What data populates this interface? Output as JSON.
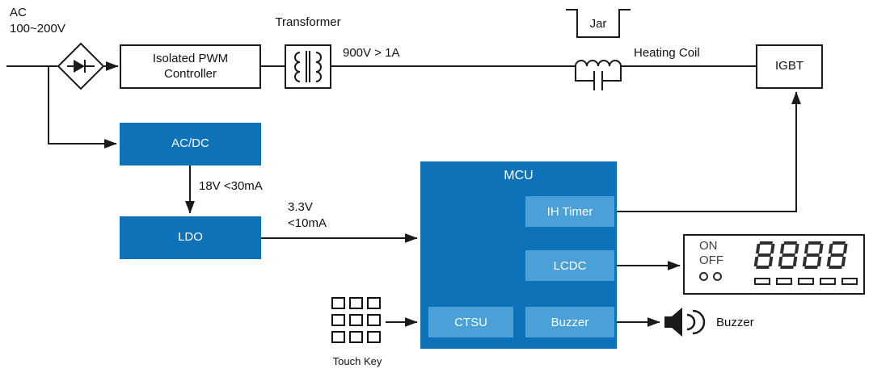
{
  "colors": {
    "primary_blue": "#0e72b8",
    "sub_blue": "#4ba0d7",
    "line": "#1a1a1a"
  },
  "labels": {
    "ac_line1": "AC",
    "ac_line2": "100~200V",
    "pwm_line1": "Isolated PWM",
    "pwm_line2": "Controller",
    "transformer": "Transformer",
    "power_rating": "900V > 1A",
    "jar": "Jar",
    "heating_coil": "Heating Coil",
    "igbt": "IGBT",
    "acdc": "AC/DC",
    "acdc_to_ldo": "18V <30mA",
    "ldo": "LDO",
    "ldo_to_mcu_line1": "3.3V",
    "ldo_to_mcu_line2": "<10mA",
    "mcu": "MCU",
    "ih_timer": "IH Timer",
    "lcdc": "LCDC",
    "ctsu": "CTSU",
    "buzzer_block": "Buzzer",
    "buzzer_out": "Buzzer",
    "touch_key": "Touch Key"
  },
  "display": {
    "on": "ON",
    "off": "OFF",
    "digits": "8888"
  }
}
